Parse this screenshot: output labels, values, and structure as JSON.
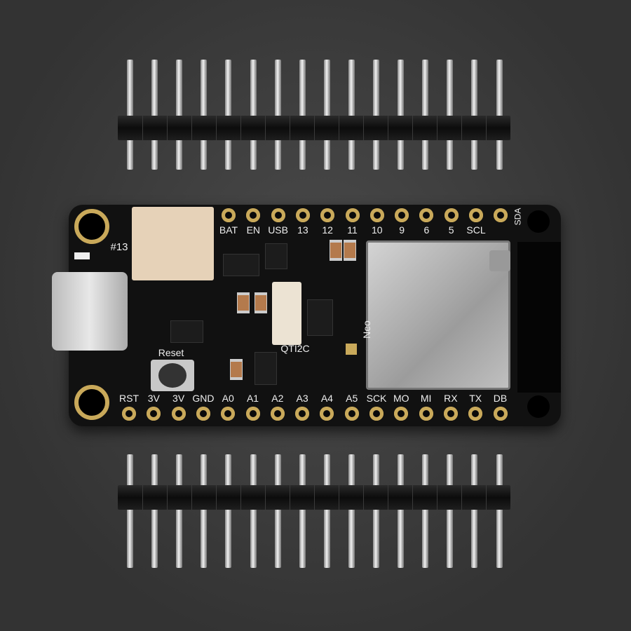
{
  "board": {
    "top_labels": [
      "BAT",
      "EN",
      "USB",
      "13",
      "12",
      "11",
      "10",
      "9",
      "6",
      "5",
      "SCL",
      "SDA"
    ],
    "bottom_labels": [
      "RST",
      "3V",
      "3V",
      "GND",
      "A0",
      "A1",
      "A2",
      "A3",
      "A4",
      "A5",
      "SCK",
      "MO",
      "MI",
      "RX",
      "TX",
      "DB"
    ],
    "silkscreen": {
      "led": "#13",
      "reset": "Reset",
      "stemma": "QTI2C",
      "neopixel": "Neo"
    }
  },
  "headers": {
    "pin_count": 16
  },
  "colors": {
    "background": "#3c3c3c",
    "pcb": "#111111",
    "gold": "#c9a95a",
    "module": "#b8b8b8"
  }
}
